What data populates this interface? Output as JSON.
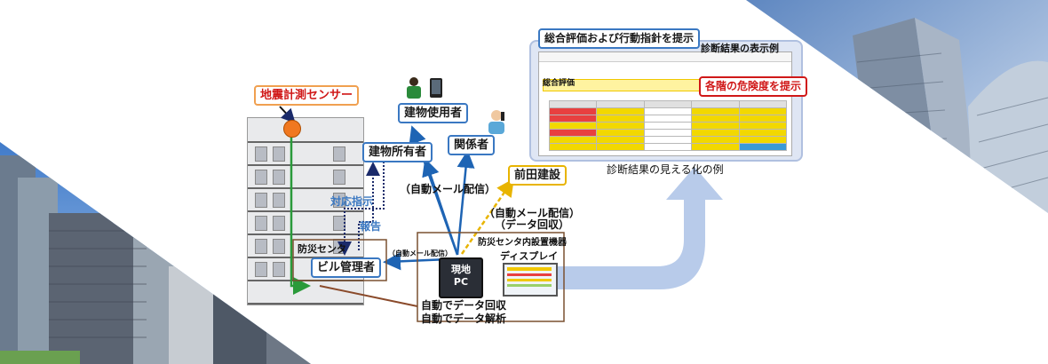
{
  "labels": {
    "seismic_sensor": "地震計測センサー",
    "building_user": "建物使用者",
    "related_party": "関係者",
    "building_owner": "建物所有者",
    "maeda": "前田建設",
    "response_instruction": "対応指示",
    "report": "報告",
    "disaster_center": "防災センタ",
    "building_manager": "ビル管理者",
    "auto_mail_1": "（自動メール配信）",
    "auto_mail_2": "（自動メール配信）",
    "data_collect": "（データ回収）",
    "auto_mail_small": "（自動メール配信）",
    "center_devices": "防災センタ内設置機器",
    "display": "ディスプレイ",
    "pc_line1": "現地",
    "pc_line2": "PC",
    "auto_collect": "自動でデータ回収",
    "auto_analyze": "自動でデータ解析"
  },
  "result_panel": {
    "header_label": "総合評価および行動指針を提示",
    "display_example": "診断結果の表示例",
    "overall_eval": "総合評価",
    "danger_label": "各階の危険度を提示",
    "caption": "診断結果の見える化の例"
  },
  "colors": {
    "accent_blue": "#3a78c2",
    "orange": "#f0a050",
    "green": "#2a9a3a",
    "gold": "#e8b400",
    "panel_bg": "#dfe6f4",
    "arrow_light": "#b8cbea",
    "danger_red": "#d01818"
  }
}
